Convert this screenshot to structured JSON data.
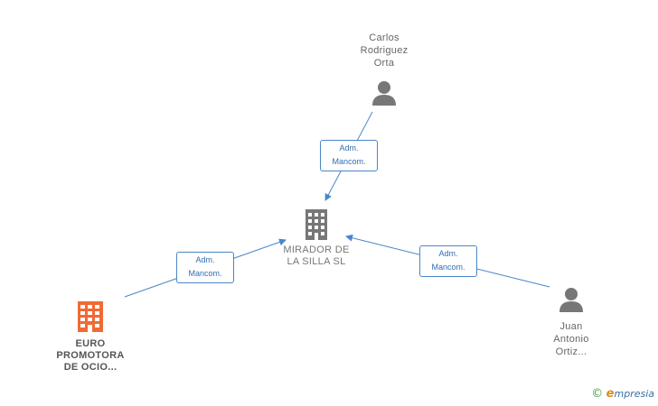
{
  "nodes": {
    "mirador": {
      "label_line1": "MIRADOR DE",
      "label_line2": "LA SILLA SL"
    },
    "euro": {
      "label_line1": "EURO",
      "label_line2": "PROMOTORA",
      "label_line3": "DE OCIO..."
    },
    "carlos": {
      "label_line1": "Carlos",
      "label_line2": "Rodriguez",
      "label_line3": "Orta"
    },
    "juan": {
      "label_line1": "Juan",
      "label_line2": "Antonio",
      "label_line3": "Ortiz..."
    }
  },
  "edges": {
    "carlos_to_mirador": {
      "line1": "Adm.",
      "line2": "Mancom."
    },
    "euro_to_mirador": {
      "line1": "Adm.",
      "line2": "Mancom."
    },
    "juan_to_mirador": {
      "line1": "Adm.",
      "line2": "Mancom."
    }
  },
  "colors": {
    "edge": "#4a86c8",
    "person_icon": "#777777",
    "company_main": "#777777",
    "company_alt": "#f06a35"
  },
  "watermark": {
    "copyright": "©",
    "brand_initial": "e",
    "brand_rest": "mpresia"
  }
}
